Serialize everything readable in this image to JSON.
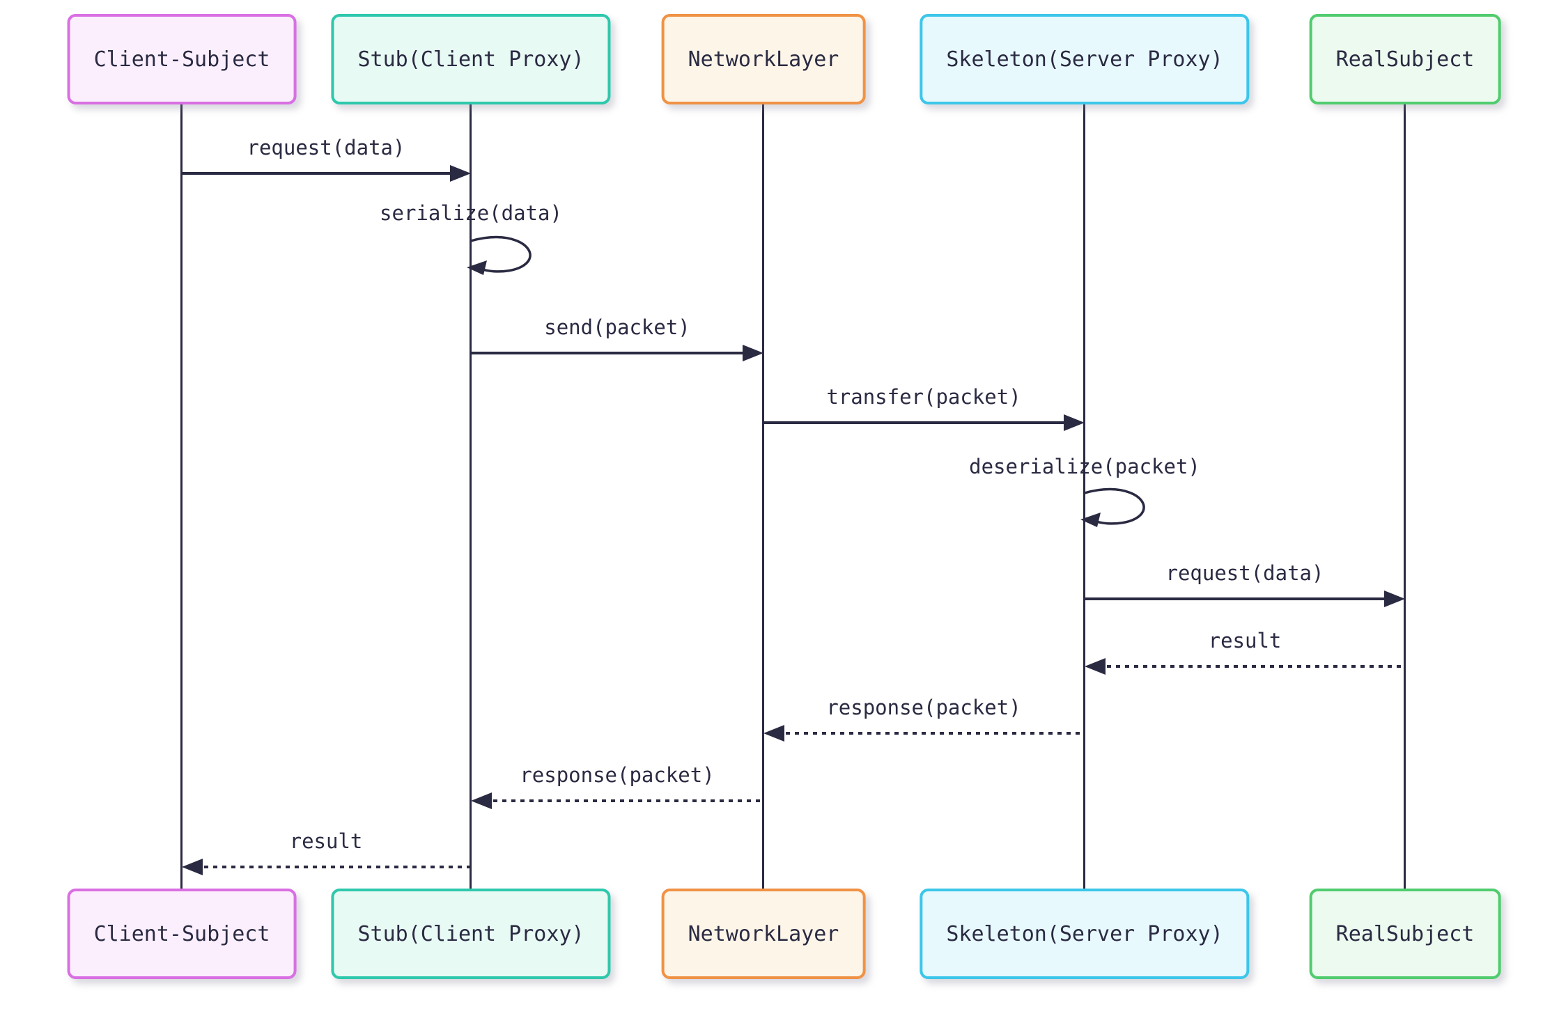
{
  "diagram": {
    "type": "sequence-diagram",
    "background": "#ffffff",
    "ink_color": "#2a2a42",
    "actors": [
      {
        "name": "Client-Subject",
        "border_color": "#d96fe3",
        "fill_color": "#fbeffd"
      },
      {
        "name": "Stub(Client Proxy)",
        "border_color": "#2ec8ac",
        "fill_color": "#e8faf4"
      },
      {
        "name": "NetworkLayer",
        "border_color": "#f09245",
        "fill_color": "#fdf5e8"
      },
      {
        "name": "Skeleton(Server Proxy)",
        "border_color": "#3cc6ea",
        "fill_color": "#e7f9fd"
      },
      {
        "name": "RealSubject",
        "border_color": "#50cc6e",
        "fill_color": "#edfaef"
      }
    ],
    "messages": [
      {
        "label": "request(data)",
        "from": "Client-Subject",
        "to": "Stub(Client Proxy)",
        "line": "solid",
        "kind": "call"
      },
      {
        "label": "serialize(data)",
        "from": "Stub(Client Proxy)",
        "to": "Stub(Client Proxy)",
        "line": "solid",
        "kind": "self"
      },
      {
        "label": "send(packet)",
        "from": "Stub(Client Proxy)",
        "to": "NetworkLayer",
        "line": "solid",
        "kind": "call"
      },
      {
        "label": "transfer(packet)",
        "from": "NetworkLayer",
        "to": "Skeleton(Server Proxy)",
        "line": "solid",
        "kind": "call"
      },
      {
        "label": "deserialize(packet)",
        "from": "Skeleton(Server Proxy)",
        "to": "Skeleton(Server Proxy)",
        "line": "solid",
        "kind": "self"
      },
      {
        "label": "request(data)",
        "from": "Skeleton(Server Proxy)",
        "to": "RealSubject",
        "line": "solid",
        "kind": "call"
      },
      {
        "label": "result",
        "from": "RealSubject",
        "to": "Skeleton(Server Proxy)",
        "line": "dotted",
        "kind": "return"
      },
      {
        "label": "response(packet)",
        "from": "Skeleton(Server Proxy)",
        "to": "NetworkLayer",
        "line": "dotted",
        "kind": "return"
      },
      {
        "label": "response(packet)",
        "from": "NetworkLayer",
        "to": "Stub(Client Proxy)",
        "line": "dotted",
        "kind": "return"
      },
      {
        "label": "result",
        "from": "Stub(Client Proxy)",
        "to": "Client-Subject",
        "line": "dotted",
        "kind": "return"
      }
    ]
  }
}
